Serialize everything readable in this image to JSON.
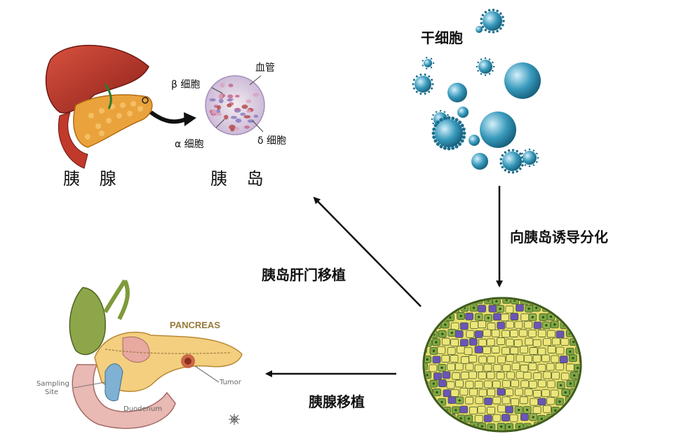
{
  "pancreas_panel": {
    "label": "胰 腺",
    "islet_label": "胰 岛",
    "cell_labels": {
      "beta": "β 细胞",
      "alpha": "α 细胞",
      "delta": "δ 细胞",
      "vessel": "血管"
    }
  },
  "stem_cell_panel": {
    "label": "干细胞"
  },
  "steps": {
    "differentiation": "向胰岛诱导分化",
    "islet_transplant": "胰岛肝门移植",
    "pancreas_transplant": "胰腺移植"
  },
  "anatomy_panel": {
    "title": "PANCREAS",
    "tumor": "Tumor",
    "sampling": "Sampling",
    "site": "Site",
    "duodenum": "Duodenum"
  },
  "colors": {
    "liver": "#b0322a",
    "pancreas": "#e9a23b",
    "stem_cell": "#2f8fb0",
    "islet_yellow": "#ede77a",
    "islet_purple": "#6a55b8",
    "islet_green": "#6f9e3a"
  }
}
